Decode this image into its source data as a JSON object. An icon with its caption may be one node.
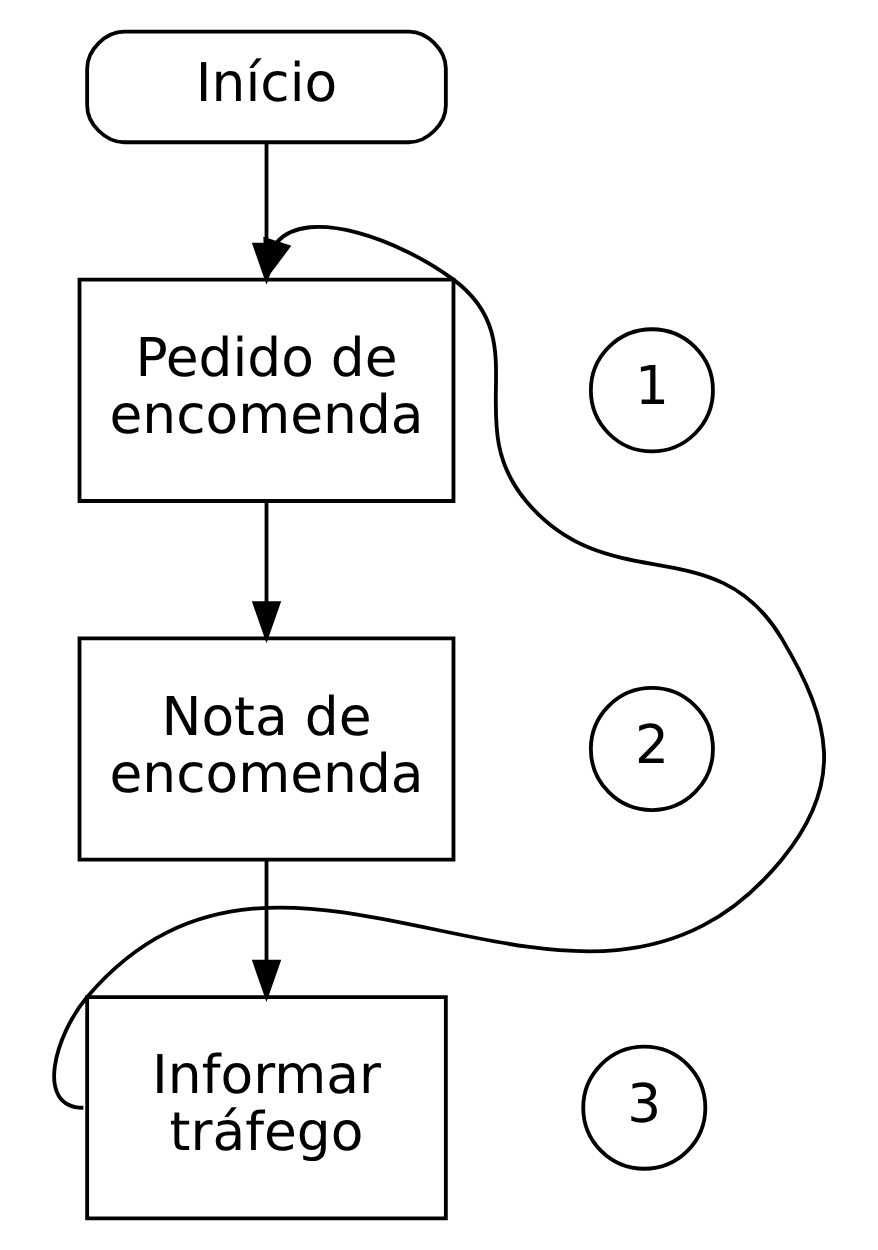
{
  "diagram": {
    "nodes": [
      {
        "text": [
          "Início"
        ]
      },
      {
        "text": [
          "Pedido de encomenda"
        ]
      },
      {
        "text": [
          "1"
        ]
      },
      {
        "text": [
          "Nota de encomenda"
        ]
      },
      {
        "text": [
          "2"
        ]
      },
      {
        "text": [
          "Informar tráfego"
        ]
      },
      {
        "text": [
          "3"
        ]
      }
    ],
    "edges": [
      {
        "from": 0,
        "to": 1,
        "arrow": "to"
      },
      {
        "from": 1,
        "to": 3,
        "arrow": "to"
      },
      {
        "from": 3,
        "to": 5,
        "arrow": "to"
      },
      {
        "from": 5,
        "to": 1,
        "arrow": "to"
      }
    ]
  }
}
